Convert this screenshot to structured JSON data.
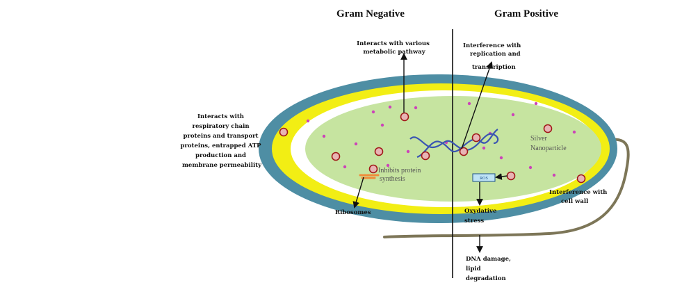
{
  "header": {
    "gram_negative": "Gram Negative",
    "gram_positive": "Gram Positive"
  },
  "labels": {
    "metabolic": [
      "Interacts with various",
      "metabolic pathway"
    ],
    "replication": [
      "Interference with",
      "replication and",
      "transcription"
    ],
    "respiratory": [
      "Interacts with",
      "respiratory chain",
      "proteins and transport",
      "proteins, entrapped ATP",
      "production and",
      "membrane permeability"
    ],
    "protein": [
      "Inhibits protein",
      "synthesis"
    ],
    "nanoparticle": [
      "Silver",
      "Nanoparticle"
    ],
    "ros": "ROS",
    "cell_wall": [
      "Interference with",
      "cell wall"
    ],
    "ribosomes": "Ribosomes",
    "oxidative": [
      "Oxydative",
      "stress"
    ],
    "dna_damage": [
      "DNA damage,",
      "lipid",
      "degradation"
    ]
  },
  "colors": {
    "outer_wall": "#4e8ea4",
    "yellow_layer": "#f2ee14",
    "white_layer": "#ffffff",
    "cytoplasm": "#c6e4a0",
    "dot": "#cc44b8",
    "nanoparticle_fill": "#e8b4b4",
    "nanoparticle_stroke": "#a01818",
    "dna": "#3a55b2",
    "flagellum": "#7d7658",
    "ros_box": "#bfe4f5",
    "ribosome": "#f08b3a"
  }
}
